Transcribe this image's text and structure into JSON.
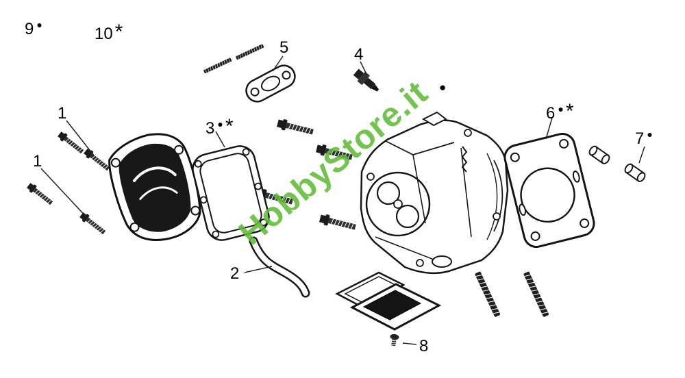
{
  "watermark": {
    "text": "HobbyStore.it",
    "color": "#60bb37"
  },
  "symbols": {
    "bullet": "●",
    "asterisk": "*"
  },
  "labels": {
    "l9": {
      "text": "9"
    },
    "l10": {
      "text": "10"
    },
    "l1a": {
      "text": "1"
    },
    "l1b": {
      "text": "1"
    },
    "l2": {
      "text": "2"
    },
    "l3": {
      "text": "3"
    },
    "l4": {
      "text": "4"
    },
    "l5": {
      "text": "5"
    },
    "l6": {
      "text": "6"
    },
    "l7": {
      "text": "7"
    },
    "l8": {
      "text": "8"
    }
  }
}
